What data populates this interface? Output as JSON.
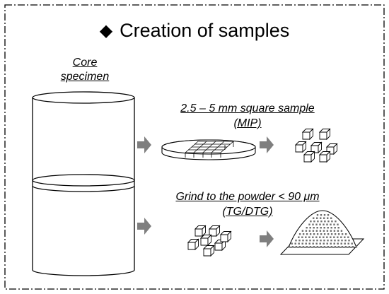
{
  "title": {
    "bullet": "◆",
    "text": "Creation of samples"
  },
  "core": {
    "line1": "Core",
    "line2": "specimen"
  },
  "mip_label": {
    "line1": "2.5 – 5 mm square sample",
    "line2": "(MIP)"
  },
  "tg_label": {
    "line1": "Grind to the powder < 90 μm",
    "line2": "(TG/DTG)"
  },
  "colors": {
    "line": "#000000",
    "arrow": "#7f7f7f",
    "powder_dot": "#6e6e6e",
    "background": "#ffffff"
  }
}
